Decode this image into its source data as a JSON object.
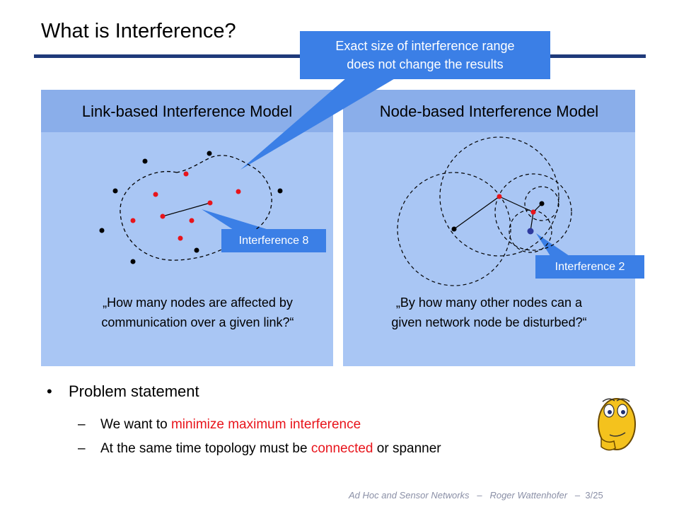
{
  "slide": {
    "title": "What is Interference?",
    "callout": {
      "line1": "Exact size of interference range",
      "line2": "does not change the results"
    },
    "left_panel": {
      "header": "Link-based Interference Model",
      "label": "Interference 8",
      "quote_line1": "„How many nodes are affected by",
      "quote_line2": "communication over a given link?“"
    },
    "right_panel": {
      "header": "Node-based Interference Model",
      "label": "Interference 2",
      "quote_line1": "„By how many other nodes can a",
      "quote_line2": "given network node be disturbed?“"
    },
    "bullet_symbol": "•",
    "bullet_text": "Problem statement",
    "sub_dash": "–",
    "sub1": {
      "pre": "We want to ",
      "highlight": "minimize maximum interference",
      "post": ""
    },
    "sub2": {
      "pre": "At the same time topology must be ",
      "highlight": "connected",
      "post": " or spanner"
    },
    "footer": {
      "course": "Ad Hoc and Sensor Networks",
      "sep": "–",
      "author": "Roger Wattenhofer",
      "page": "3/25"
    },
    "icons": [
      "thinking-face-icon"
    ],
    "colors": {
      "panel": "#a9c6f4",
      "panel_header": "#8aaeea",
      "callout": "#3b7fe6",
      "title_rule": "#1f3a7a",
      "highlight": "#e8141b"
    }
  }
}
